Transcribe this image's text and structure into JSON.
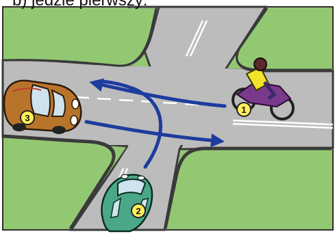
{
  "caption": "b)   jedzie pierwszy:",
  "vehicles": [
    {
      "id": "1",
      "kind": "motorcycle"
    },
    {
      "id": "2",
      "kind": "car"
    },
    {
      "id": "3",
      "kind": "car"
    }
  ],
  "colors": {
    "grass": "#93c873",
    "road": "#bcbcbc",
    "road_edge": "#3a3a3a",
    "lane_mark": "#ffffff",
    "arrow": "#1d3c9e",
    "badge": "#fff05a",
    "car_green": "#4aa888",
    "car_brown": "#b9742c",
    "rider_jacket": "#f2e22c",
    "motorcycle_body": "#7a3a8c"
  }
}
